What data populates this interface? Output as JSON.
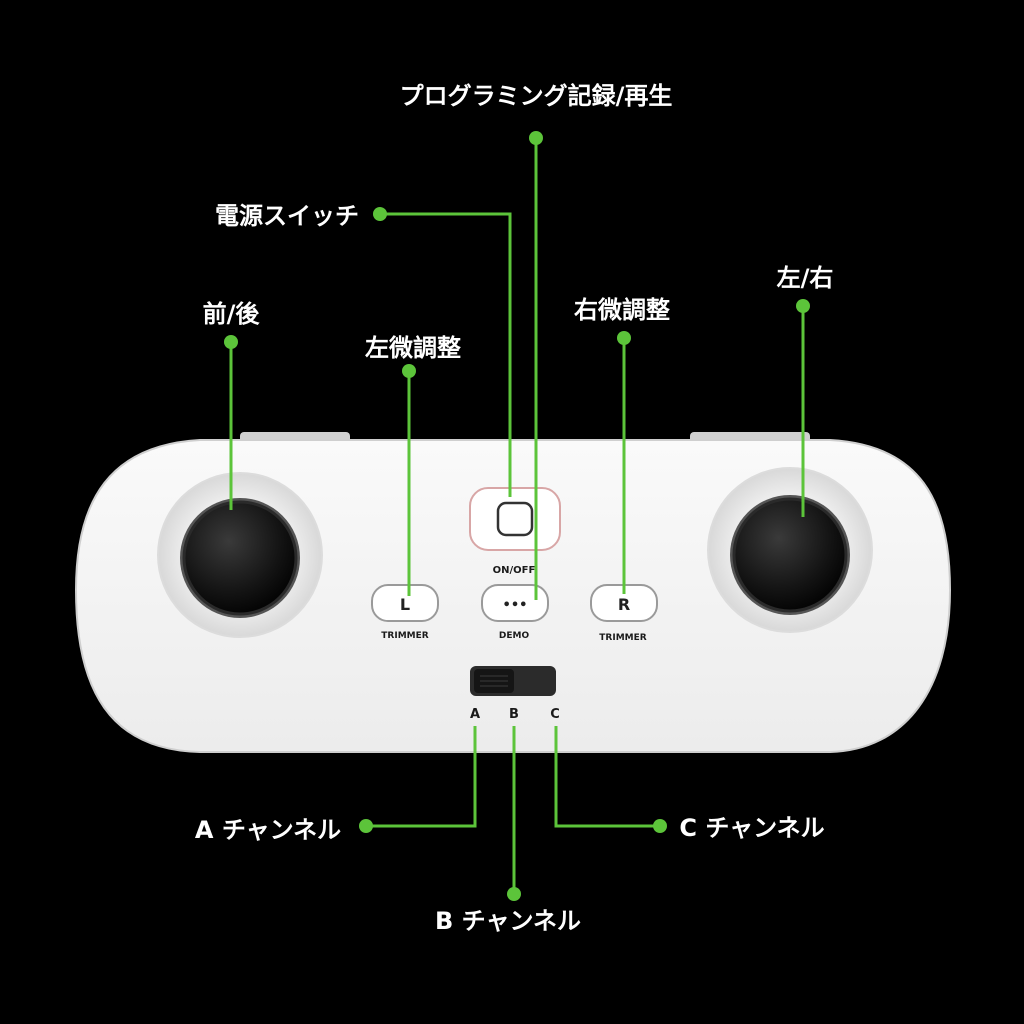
{
  "callouts": {
    "program": "プログラミング記録/再生",
    "power": "電源スイッチ",
    "fwd_back": "前/後",
    "left_trim": "左微調整",
    "right_trim": "右微調整",
    "left_right": "左/右",
    "channel_a": "A チャンネル",
    "channel_b": "B チャンネル",
    "channel_c": "C チャンネル"
  },
  "device": {
    "onoff_label": "ON/OFF",
    "left_trim_button": "L",
    "right_trim_button": "R",
    "trimmer_label": "TRIMMER",
    "demo_button": "•••",
    "demo_label": "DEMO",
    "channel_letters": [
      "A",
      "B",
      "C"
    ]
  },
  "colors": {
    "accent": "#5cc43a",
    "background": "#000000",
    "body": "#f4f4f4"
  }
}
